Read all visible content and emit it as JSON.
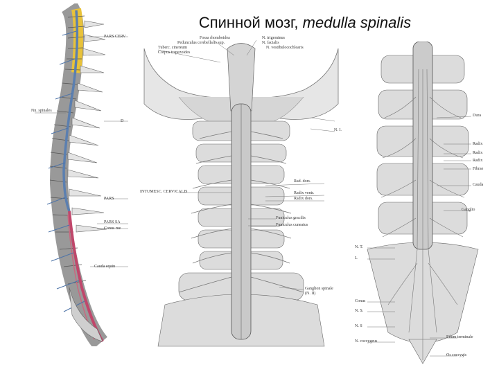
{
  "slide": {
    "title_ru": "Спинной мозг,",
    "title_latin": "medulla spinalis"
  },
  "left_figure": {
    "labels": [
      "PARS CERV",
      "Nn. spinales",
      "D",
      "PARS",
      "PARS SA",
      "Conus me",
      "Cauda equin"
    ]
  },
  "middle_figure": {
    "labels": [
      "Fossa rhomboidea",
      "Pedunculus cerebellaris sup.",
      "Tuberc. cinereum",
      "Corpus trapezoides",
      "N. trigeminus",
      "N. facialis",
      "N. vestibulocochlearis",
      "N. I.",
      "Rad. dors.",
      "Radix ventr.",
      "Radix dors.",
      "INTUMESC. CERVICALIS",
      "Funiculus gracilis",
      "Funiculus cuneatus",
      "Ganglion spinale",
      "(N. II)"
    ]
  },
  "right_figure": {
    "labels": [
      "Dura",
      "Radix",
      "Radix",
      "Radix",
      "Fibrae",
      "Ganglio",
      "Cauda",
      "N. T.",
      "L",
      "Conus",
      "N. S.",
      "N. S",
      "Filum terminale",
      "N. coccygeus",
      "Os coccygis"
    ]
  }
}
